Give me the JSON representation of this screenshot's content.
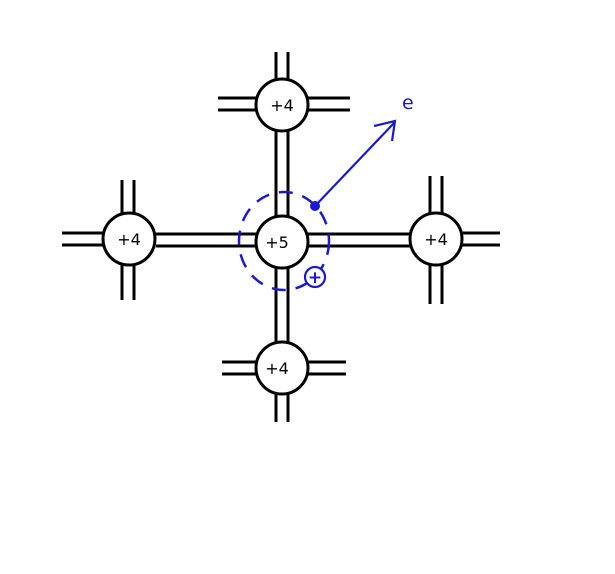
{
  "diagram": {
    "atoms": {
      "center": "+5",
      "top": "+4",
      "left": "+4",
      "right": "+4",
      "bottom": "+4"
    },
    "electron_label": "e",
    "hole_symbol": "+"
  },
  "colors": {
    "lines": "#000000",
    "annotation": "#1a1acc",
    "background": "#ffffff"
  }
}
